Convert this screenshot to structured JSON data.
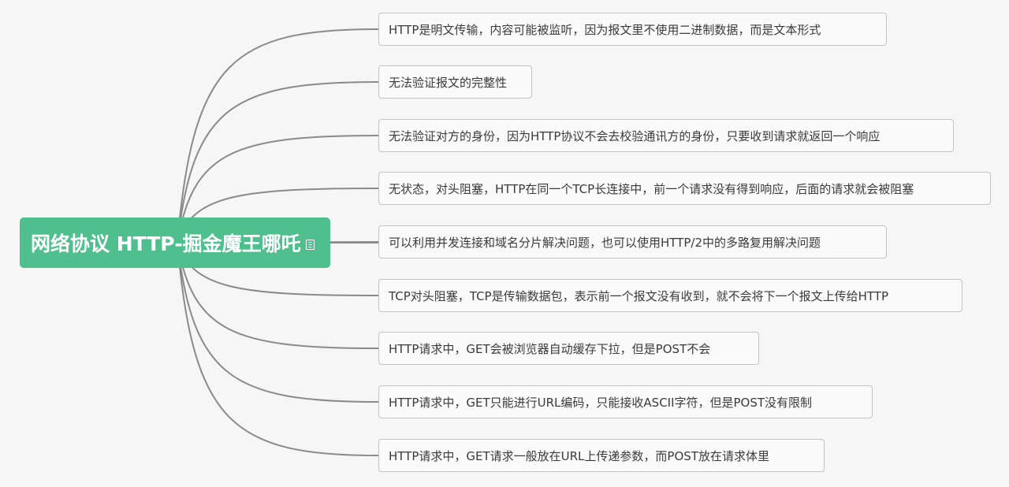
{
  "root": {
    "title": "网络协议 HTTP-掘金魔王哪吒",
    "note_icon": "note-icon"
  },
  "colors": {
    "background": "#f6f6f6",
    "root_fill": "#4fc08d",
    "connector": "#8a8a8a",
    "node_border": "#c4c4c4",
    "node_text": "#3a3a3a"
  },
  "topics": [
    "HTTP是明文传输，内容可能被监听，因为报文里不使用二进制数据，而是文本形式",
    "无法验证报文的完整性",
    "无法验证对方的身份，因为HTTP协议不会去校验通讯方的身份，只要收到请求就返回一个响应",
    "无状态，对头阻塞，HTTP在同一个TCP长连接中，前一个请求没有得到响应，后面的请求就会被阻塞",
    "可以利用并发连接和域名分片解决问题，也可以使用HTTP/2中的多路复用解决问题",
    "TCP对头阻塞，TCP是传输数据包，表示前一个报文没有收到，就不会将下一个报文上传给HTTP",
    "HTTP请求中，GET会被浏览器自动缓存下拉，但是POST不会",
    "HTTP请求中，GET只能进行URL编码，只能接收ASCII字符，但是POST没有限制",
    "HTTP请求中，GET请求一般放在URL上传递参数，而POST放在请求体里"
  ]
}
